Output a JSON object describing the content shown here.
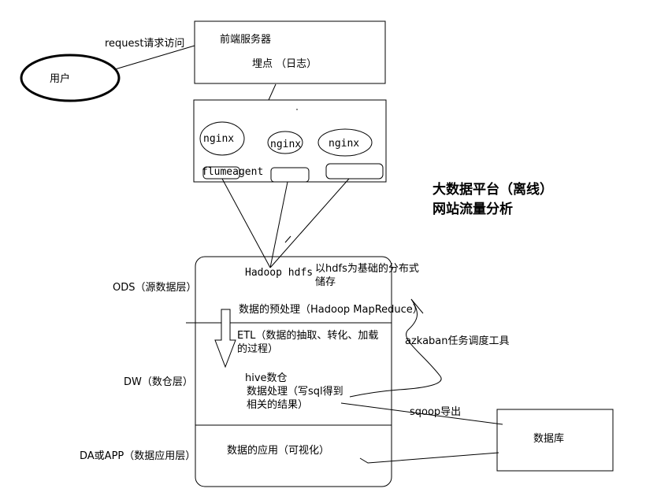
{
  "request_label": "request请求访问",
  "user": {
    "label": "用户"
  },
  "frontend": {
    "title": "前端服务器",
    "subtitle": "埋点 （日志）"
  },
  "collectors": {
    "nginx_labels": [
      "nginx",
      "nginx",
      "nginx"
    ],
    "flume_label": "flumeagent"
  },
  "platform_title": {
    "line1": "大数据平台（离线）",
    "line2": "网站流量分析"
  },
  "layers": {
    "ods": "ODS（源数据层）",
    "dw": "DW（数仓层）",
    "da": "DA或APP（数据应用层）"
  },
  "pipeline": {
    "hdfs": "Hadoop hdfs",
    "hdfs_desc_1": "以hdfs为基础的分布式",
    "hdfs_desc_2": "储存",
    "preprocess": "数据的预处理（Hadoop MapReduce）",
    "etl_1": "ETL（数据的抽取、转化、加载",
    "etl_2": "的过程）",
    "hive": "hive数仓",
    "sql_1": "数据处理（写sql得到",
    "sql_2": "相关的结果）",
    "app": "数据的应用（可视化）"
  },
  "azkaban_label": "azkaban任务调度工具",
  "sqoop_label": "sqoop导出",
  "database": {
    "label": "数据库"
  }
}
